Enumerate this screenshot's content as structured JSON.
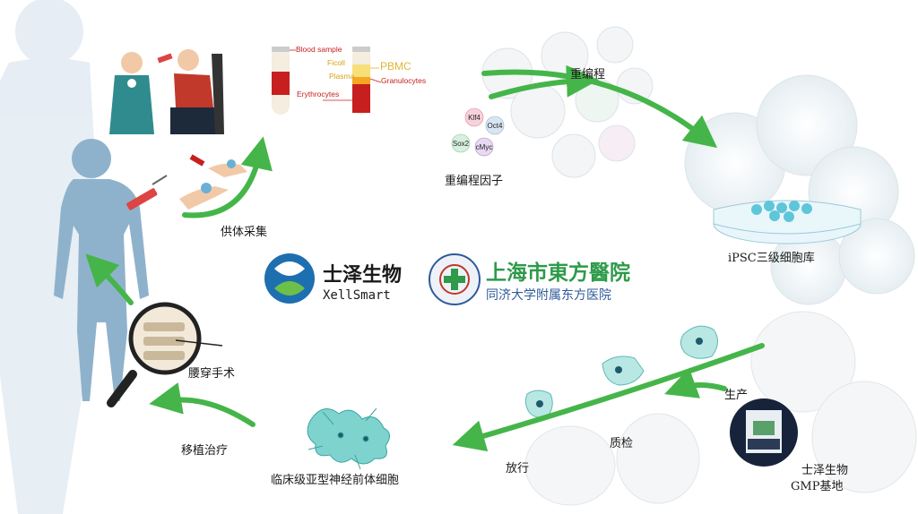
{
  "labels": {
    "reprogramming": "重编程",
    "reprogramming_factors": "重编程因子",
    "ipsc_bank": "iPSC三级细胞库",
    "sample_collection": "供体采集",
    "lumbar_surgery": "腰穿手术",
    "transplant": "移植治疗",
    "clinical_cells": "临床级亚型神经前体细胞",
    "release": "放行",
    "quality_check": "质检",
    "production": "生产",
    "gmp_line1": "士泽生物",
    "gmp_line2": "GMP基地"
  },
  "factors": [
    "Klf4",
    "Oct4",
    "Sox2",
    "cMyc"
  ],
  "blood_tube": {
    "blood_sample": "Blood sample",
    "ficoll": "Ficoll",
    "plasma": "Plasma",
    "pbmc": "PBMC",
    "granulocytes": "Granulocytes",
    "erythrocytes": "Erythrocytes"
  },
  "logos": {
    "xellsmart_cn": "士泽生物",
    "xellsmart_en": "XellSmart",
    "hospital_cn": "上海市東方醫院",
    "hospital_sub": "同济大学附属东方医院"
  },
  "colors": {
    "arrow_green": "#45b549",
    "body_blue": "#8fb2cc",
    "cell_teal": "#7fd3cf",
    "hospital_green": "#2e9a4a",
    "xellsmart_blue": "#1d6fb0"
  }
}
